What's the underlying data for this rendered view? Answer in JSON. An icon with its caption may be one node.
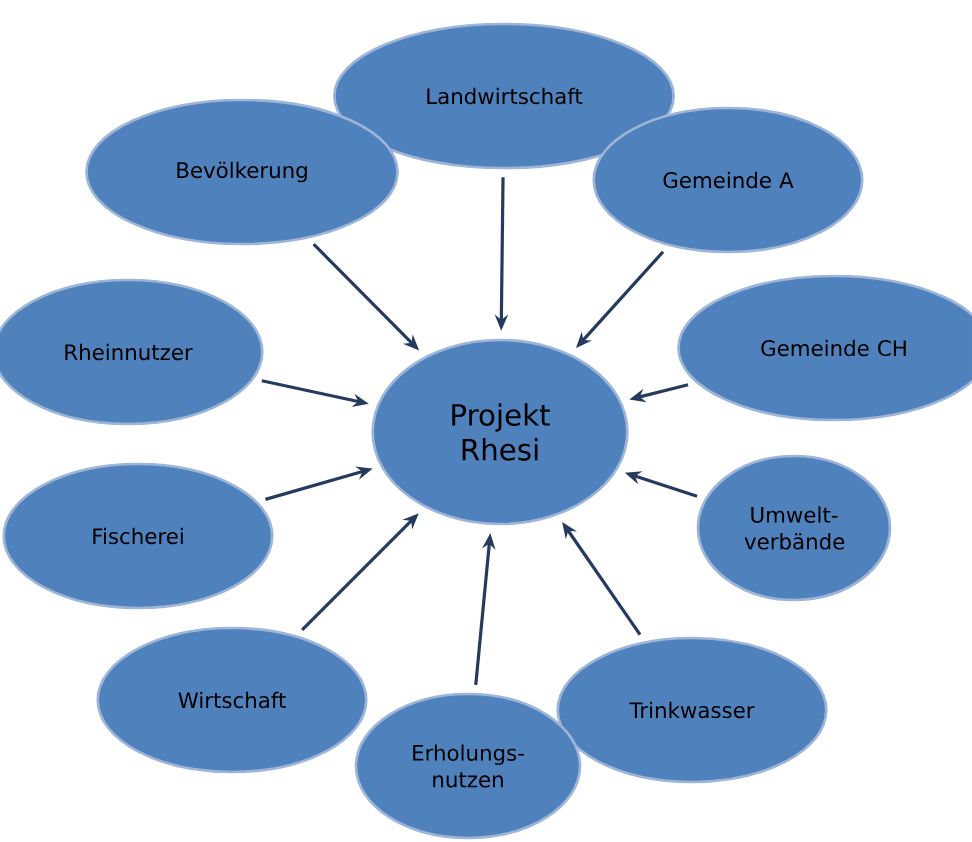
{
  "diagram": {
    "nodes": [
      {
        "text": [
          "Landwirtschaft"
        ]
      },
      {
        "text": [
          "Bevölkerung"
        ]
      },
      {
        "text": [
          "Gemeinde A"
        ]
      },
      {
        "text": [
          "Rheinnutzer"
        ]
      },
      {
        "text": [
          "Gemeinde CH"
        ]
      },
      {
        "text": [
          "Projekt Rhesi"
        ]
      },
      {
        "text": [
          "Fischerei"
        ]
      },
      {
        "text": [
          "Umwelt-verbände"
        ]
      },
      {
        "text": [
          "Wirtschaft"
        ]
      },
      {
        "text": [
          "Trinkwasser"
        ]
      },
      {
        "text": [
          "Erholungs-nutzen"
        ]
      }
    ],
    "edges": [
      {
        "from": 0,
        "to": 5,
        "arrow": "to"
      },
      {
        "from": 1,
        "to": 5,
        "arrow": "to"
      },
      {
        "from": 2,
        "to": 5,
        "arrow": "to"
      },
      {
        "from": 3,
        "to": 5,
        "arrow": "to"
      },
      {
        "from": 4,
        "to": 5,
        "arrow": "to"
      },
      {
        "from": 6,
        "to": 5,
        "arrow": "to"
      },
      {
        "from": 7,
        "to": 5,
        "arrow": "to"
      },
      {
        "from": 8,
        "to": 5,
        "arrow": "to"
      },
      {
        "from": 9,
        "to": 5,
        "arrow": "to"
      },
      {
        "from": 10,
        "to": 5,
        "arrow": "to"
      }
    ]
  }
}
